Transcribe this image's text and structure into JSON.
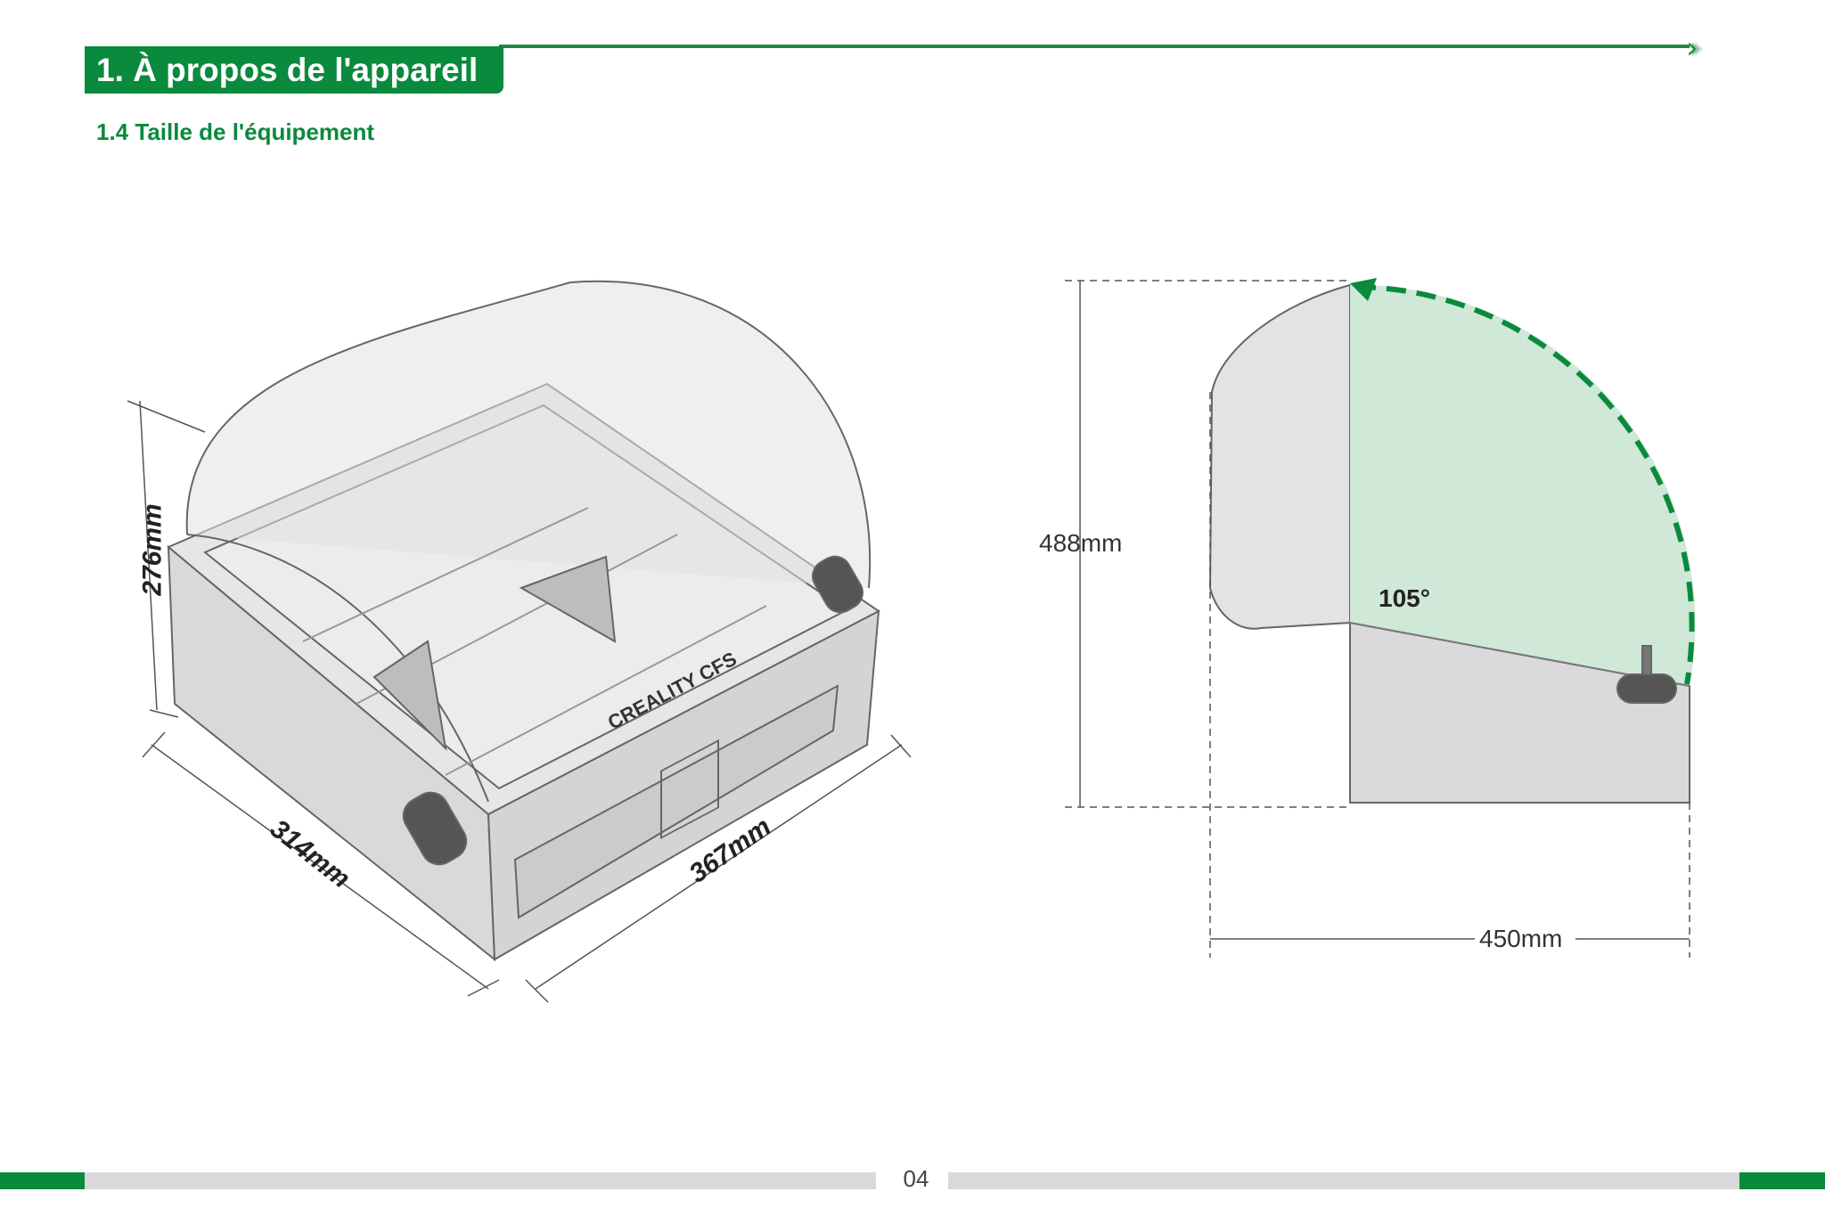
{
  "header": {
    "title": "1. À propos de l'appareil",
    "subtitle": "1.4 Taille de l'équipement"
  },
  "iso_view": {
    "height": "276mm",
    "depth": "314mm",
    "width": "367mm",
    "brand": "CREALITY CFS"
  },
  "side_view": {
    "height": "488mm",
    "length": "450mm",
    "lid_angle": "105°"
  },
  "footer": {
    "page_number": "04"
  },
  "colors": {
    "accent": "#0a8a3c",
    "sector_fill": "#cfe8d8",
    "footer_grey": "#d9d9db"
  }
}
